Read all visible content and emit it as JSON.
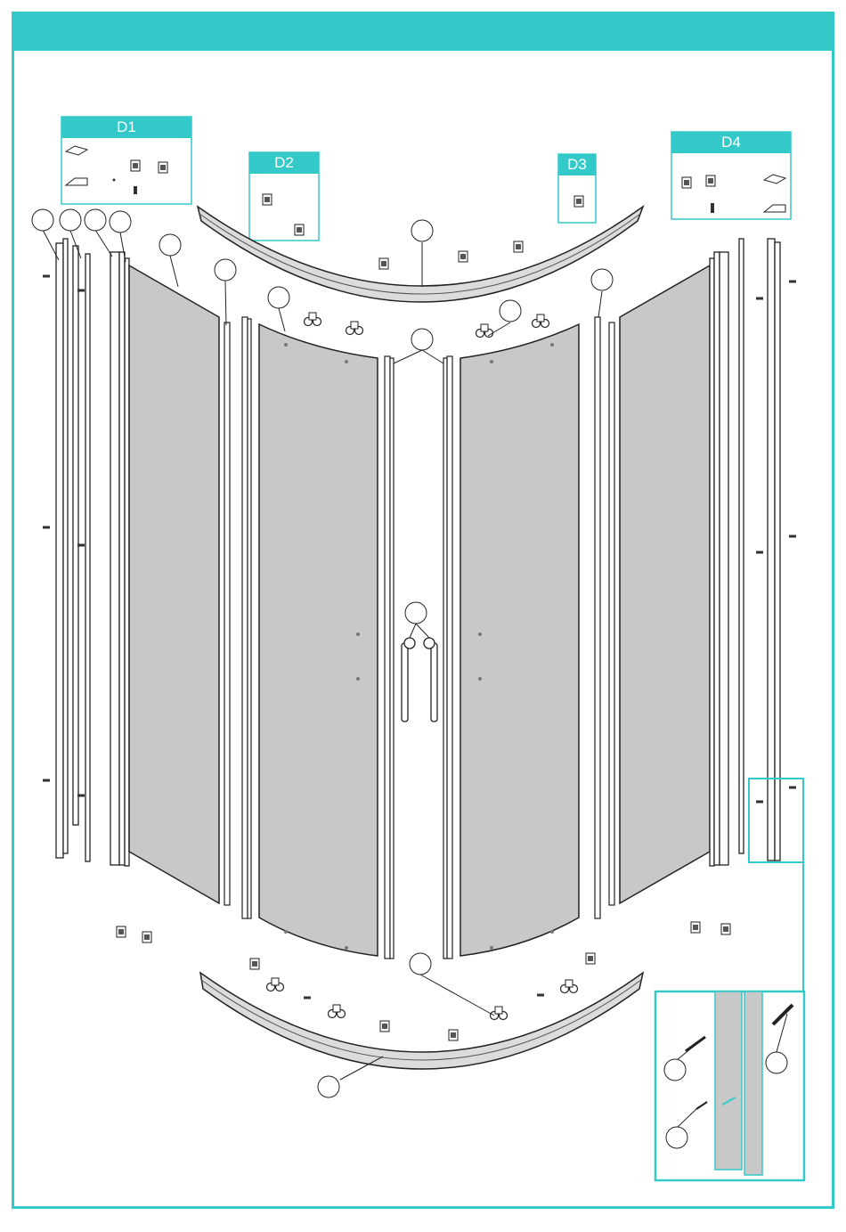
{
  "colors": {
    "accent": "#34c9c9",
    "glass": "#c8c8c8",
    "outline": "#333333"
  },
  "details": {
    "d1": "D1",
    "d2": "D2",
    "d3": "D3",
    "d4": "D4"
  },
  "callouts": [
    "part-callout-1",
    "part-callout-2",
    "part-callout-3",
    "part-callout-4",
    "part-callout-5",
    "part-callout-6",
    "part-callout-7",
    "part-callout-8",
    "part-callout-9",
    "part-callout-10",
    "part-callout-11",
    "part-callout-12",
    "part-callout-13",
    "part-callout-14",
    "part-callout-15",
    "part-callout-16",
    "part-callout-17"
  ]
}
